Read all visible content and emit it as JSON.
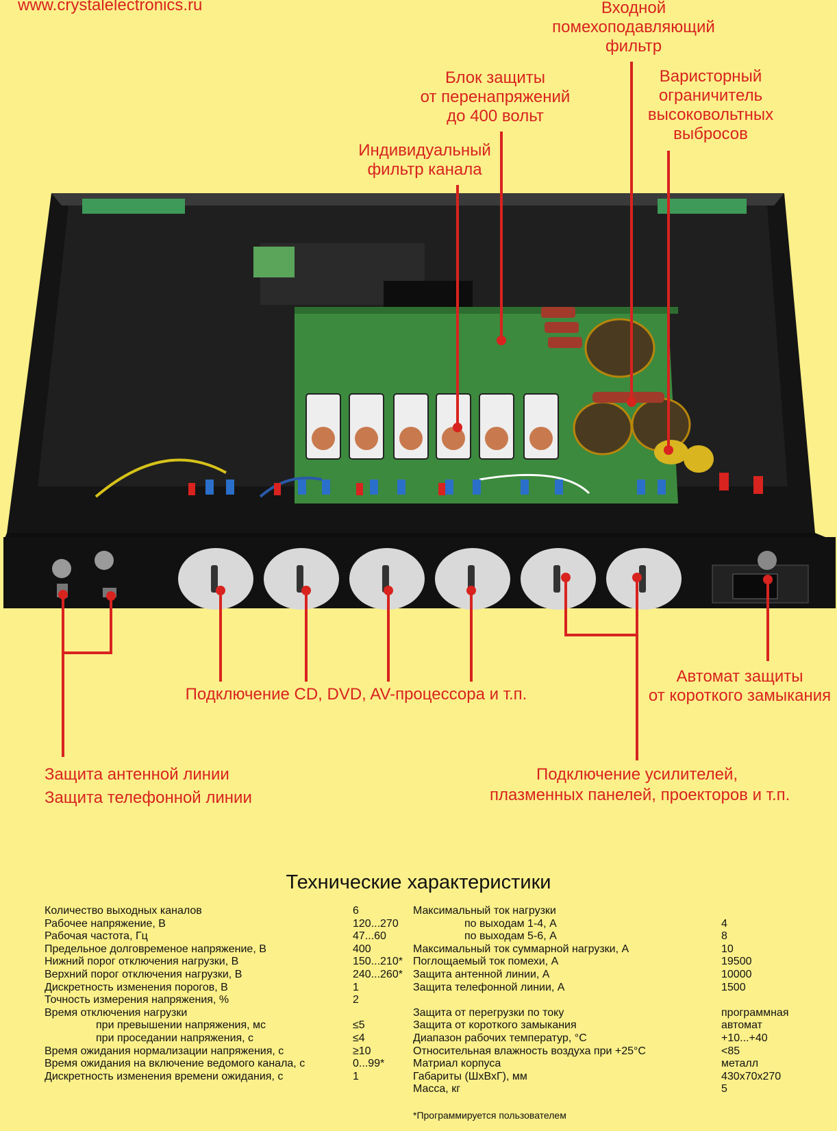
{
  "site_url": "www.crystalelectronics.ru",
  "callouts": {
    "input_filter": [
      "Входной",
      "помехоподавляющий",
      "фильтр"
    ],
    "surge_block": [
      "Блок защиты",
      "от перенапряжений",
      "до 400 вольт"
    ],
    "varistor": [
      "Варисторный",
      "ограничитель",
      "высоковольтных",
      "выбросов"
    ],
    "channel_filter": [
      "Индивидуальный",
      "фильтр канала"
    ],
    "sources": "Подключение CD, DVD, AV-процессора и т.п.",
    "breaker": [
      "Автомат защиты",
      "от короткого замыкания"
    ],
    "line_protection": [
      "Защита антенной линии",
      "Защита телефонной линии"
    ],
    "amplifiers": [
      "Подключение усилителей,",
      "плазменных панелей, проекторов и т.п."
    ]
  },
  "specs_title": "Технические характеристики",
  "specs_left": [
    {
      "label": "Количество выходных каналов",
      "value": "6"
    },
    {
      "label": "Рабочее напряжение, В",
      "value": "120...270"
    },
    {
      "label": "Рабочая частота, Гц",
      "value": "47...60"
    },
    {
      "label": "Предельное долговременое напряжение, В",
      "value": "400"
    },
    {
      "label": "Нижний порог отключения нагрузки, В",
      "value": "150...210*"
    },
    {
      "label": "Верхний порог отключения нагрузки, В",
      "value": "240...260*"
    },
    {
      "label": "Дискретность изменения порогов, В",
      "value": "1"
    },
    {
      "label": "Точность измерения напряжения, %",
      "value": "2"
    },
    {
      "label": "Время отключения нагрузки",
      "value": ""
    },
    {
      "label": "при превышении напряжения, мс",
      "value": "≤5",
      "indent": true
    },
    {
      "label": "при проседании напряжения, с",
      "value": "≤4",
      "indent": true
    },
    {
      "label": "Время ожидания нормализации напряжения, с",
      "value": "≥10"
    },
    {
      "label": "Время ожидания на включение ведомого канала, с",
      "value": "0...99*"
    },
    {
      "label": "Дискретность изменения времени ожидания, с",
      "value": "1"
    }
  ],
  "specs_right": [
    {
      "label": "Максимальный ток нагрузки",
      "value": ""
    },
    {
      "label": "по выходам 1-4, А",
      "value": "4",
      "indent": true
    },
    {
      "label": "по выходам 5-6, А",
      "value": "8",
      "indent": true
    },
    {
      "label": "Максимальный ток суммарной нагрузки, А",
      "value": "10"
    },
    {
      "label": "Поглощаемый ток помехи, А",
      "value": "19500"
    },
    {
      "label": "Защита антенной линии, А",
      "value": "10000"
    },
    {
      "label": "Защита телефонной линии, А",
      "value": "1500"
    },
    {
      "label": "",
      "value": ""
    },
    {
      "label": "Защита от перегрузки по току",
      "value": "программная"
    },
    {
      "label": "Защита от короткого замыкания",
      "value": "автомат"
    },
    {
      "label": "Диапазон рабочих температур, °C",
      "value": "+10...+40"
    },
    {
      "label": "Относительная влажность воздуха при +25°C",
      "value": "<85"
    },
    {
      "label": "Матриал корпуса",
      "value": "металл"
    },
    {
      "label": "Габариты (ШхВхГ), мм",
      "value": "430х70х270"
    },
    {
      "label": "Масса, кг",
      "value": "5"
    }
  ],
  "footnote": "*Программируется пользователем",
  "colors": {
    "background": "#fbf08a",
    "accent": "#d8231f",
    "chassis": "#141414",
    "pcb": "#3c8a3e"
  }
}
